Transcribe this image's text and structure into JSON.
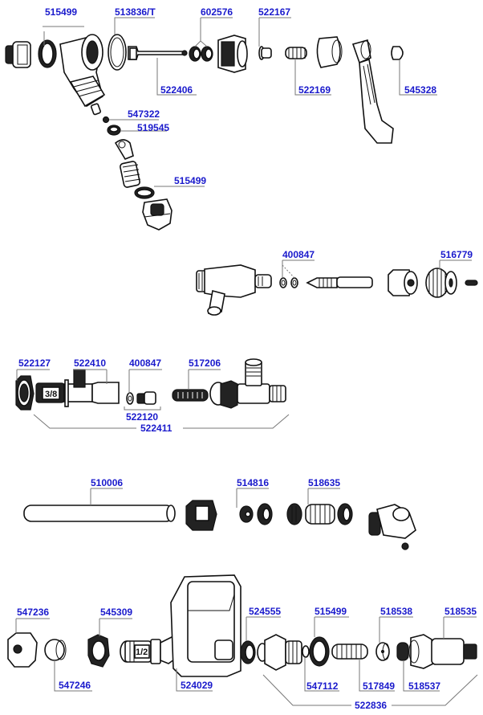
{
  "diagram": {
    "title": "",
    "label_color": "#1a1acc",
    "groups": [
      {
        "name": "steam-valve-assembly",
        "labels": [
          "515499",
          "513836/T",
          "602576",
          "522167",
          "522406",
          "522169",
          "545328",
          "547322",
          "519545",
          "515499"
        ]
      },
      {
        "name": "needle-valve",
        "labels": [
          "400847",
          "516779"
        ]
      },
      {
        "name": "check-valve-assembly",
        "labels": [
          "522127",
          "522410",
          "400847",
          "517206",
          "522120",
          "522411"
        ],
        "size_marks": [
          "3/8"
        ]
      },
      {
        "name": "tube-fitting",
        "labels": [
          "510006",
          "514816",
          "518635"
        ]
      },
      {
        "name": "expansion-valve-assembly",
        "labels": [
          "547236",
          "545309",
          "524555",
          "515499",
          "518538",
          "518535",
          "547246",
          "524029",
          "547112",
          "517849",
          "518537",
          "522836"
        ],
        "size_marks": [
          "1/2"
        ]
      }
    ]
  }
}
